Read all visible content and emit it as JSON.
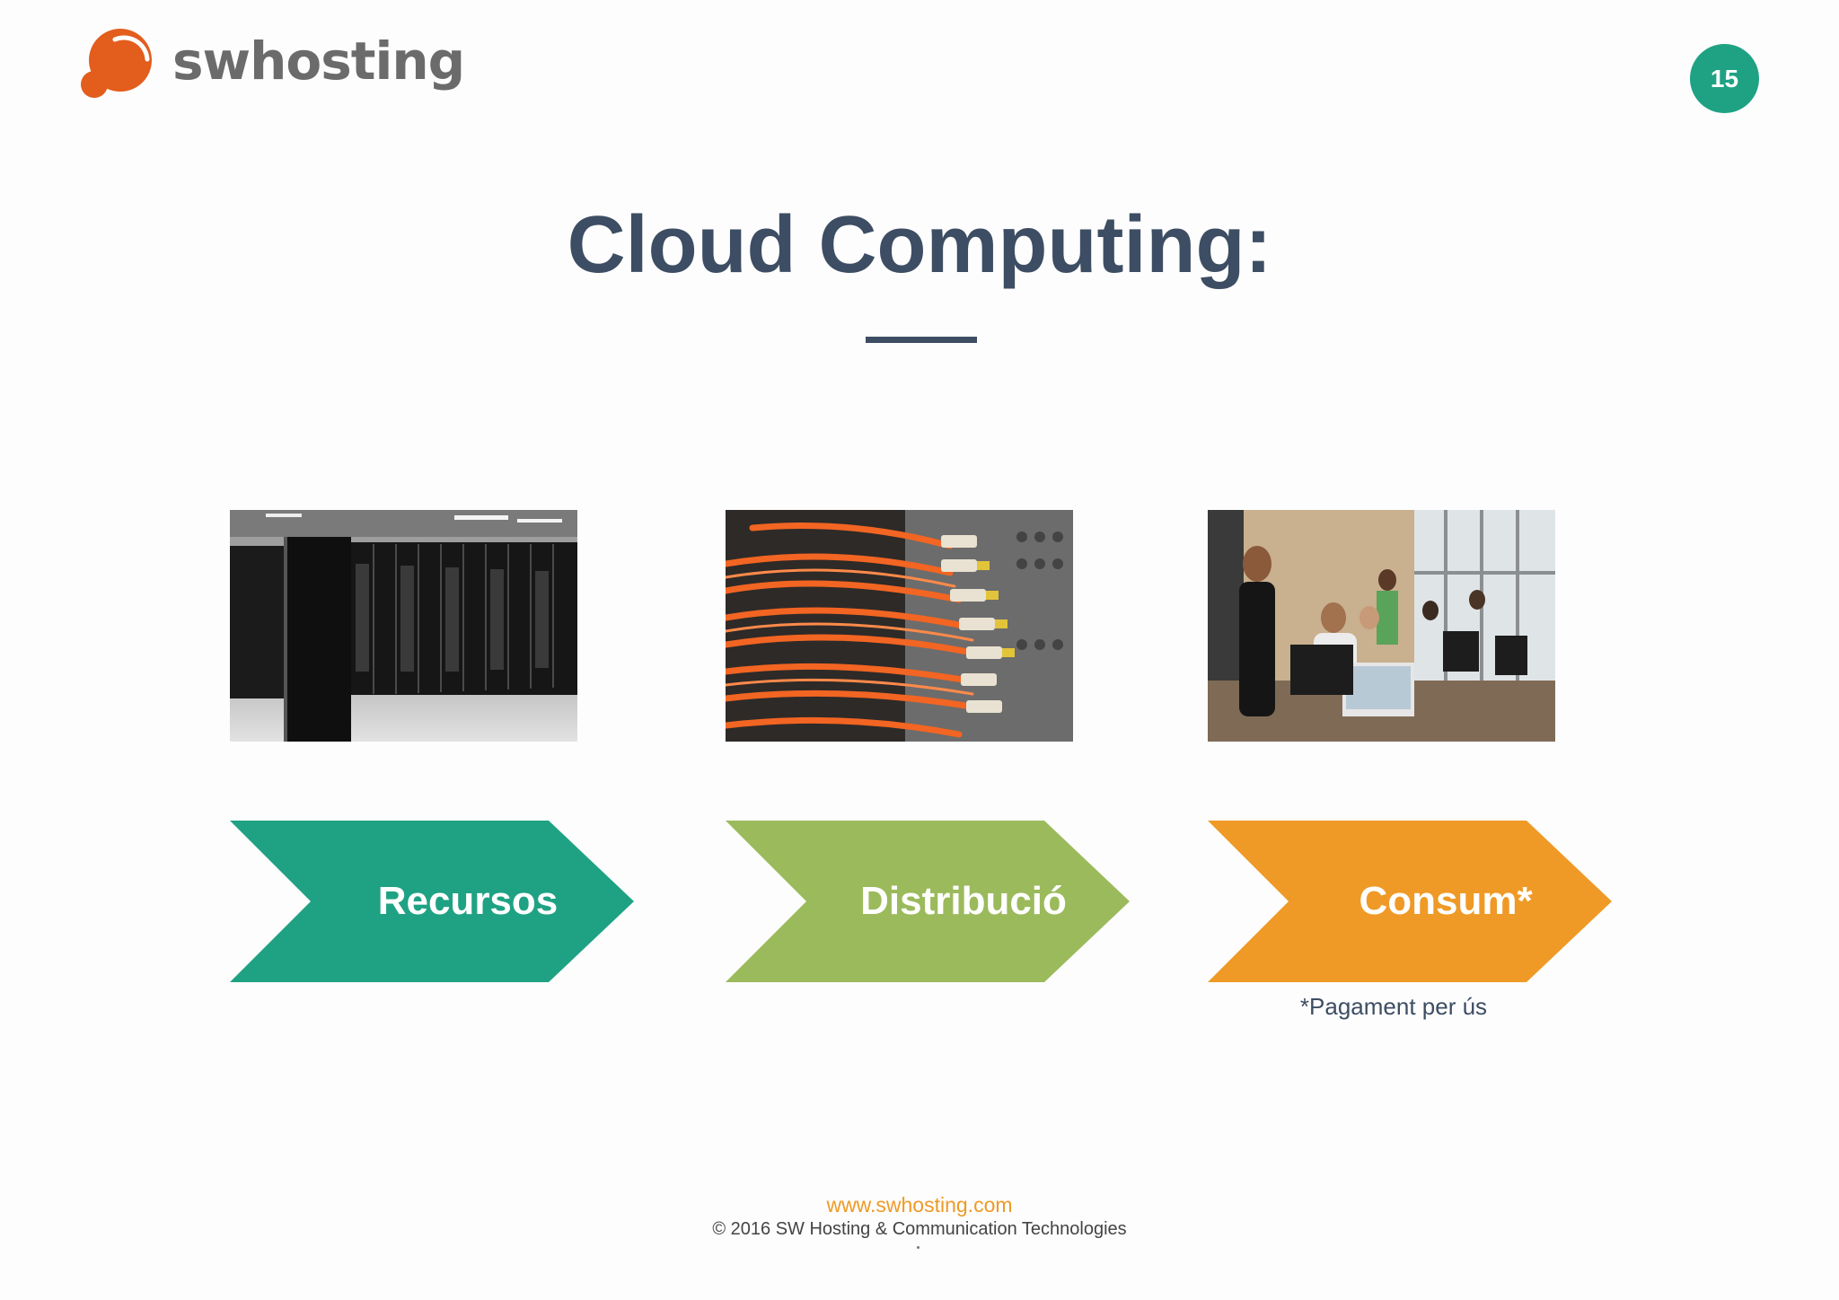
{
  "header": {
    "logo_text": "swhosting",
    "page_number": "15"
  },
  "title": "Cloud Computing:",
  "colors": {
    "brand_orange": "#e35d1d",
    "title_navy": "#3d4d63",
    "teal": "#1fa283",
    "green": "#9bba5c",
    "orange": "#ef9a26"
  },
  "images": [
    {
      "name": "server-racks",
      "description": "data center server racks"
    },
    {
      "name": "fiber-cables",
      "description": "orange fiber optic cables in patch panel"
    },
    {
      "name": "office-workers",
      "description": "people working at computers in an office"
    }
  ],
  "process": [
    {
      "label": "Recursos",
      "color": "#1fa283"
    },
    {
      "label": "Distribució",
      "color": "#9bba5c"
    },
    {
      "label": "Consum*",
      "color": "#ef9a26"
    }
  ],
  "footnote": "*Pagament per ús",
  "footer": {
    "url": "www.swhosting.com",
    "copyright": "© 2016 SW Hosting & Communication Technologies"
  }
}
